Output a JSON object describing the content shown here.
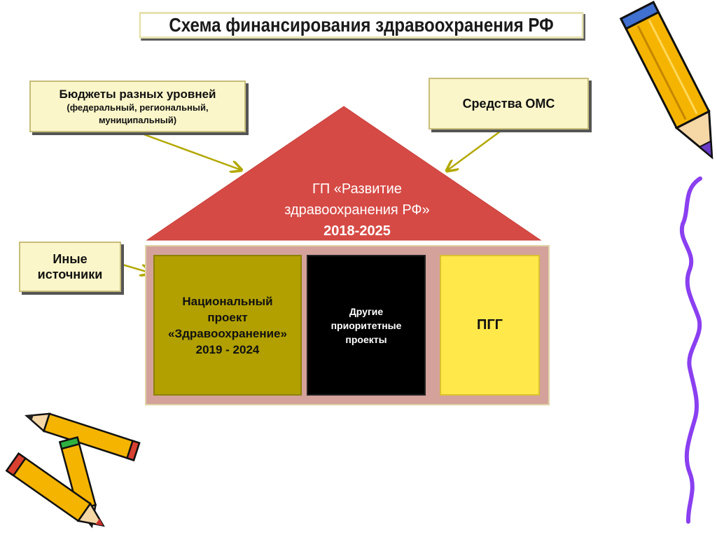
{
  "title": "Схема финансирования здравоохранения  РФ",
  "sources": {
    "budget": {
      "main": "Бюджеты разных уровней",
      "sub_line1": "(федеральный, региональный,",
      "sub_line2": "муниципальный)"
    },
    "oms": {
      "main": "Средства ОМС"
    },
    "other": {
      "line1": "Иные",
      "line2": "источники"
    }
  },
  "roof": {
    "line1": "ГП «Развитие",
    "line2": "здравоохранения РФ»",
    "line3": "2018-2025"
  },
  "rooms": {
    "national_project": {
      "line1": "Национальный",
      "line2": "проект",
      "line3": "«Здравоохранение»",
      "line4": "2019 - 2024"
    },
    "other_projects": {
      "line1": "Другие",
      "line2": "приоритетные",
      "line3": "проекты"
    },
    "pgg": {
      "label": "ПГГ"
    }
  },
  "colors": {
    "roof": "#d64a45",
    "national_project": "#b1a000",
    "other_projects": "#000000",
    "pgg": "#ffe84a",
    "house_body": "#d4a29b",
    "note_fill": "#fbf6c9",
    "arrow": "#b3a800"
  }
}
